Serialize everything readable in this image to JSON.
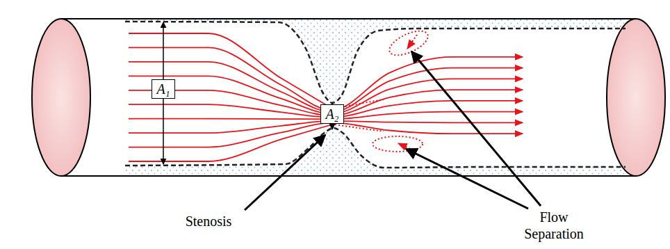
{
  "diagram": {
    "nodes": [
      {
        "text": [
          "A₁"
        ]
      },
      {
        "text": [
          "A₂"
        ]
      }
    ],
    "labels": [
      "Stenosis",
      "Flow Separation"
    ]
  }
}
